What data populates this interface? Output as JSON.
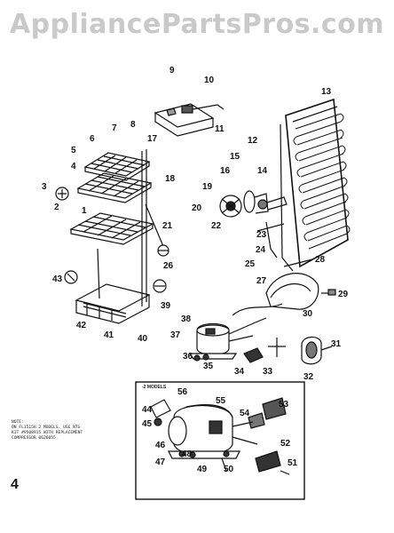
{
  "watermark": "AppliancePartsPros.com",
  "callouts": [
    {
      "id": "c1",
      "text": "1"
    },
    {
      "id": "c2",
      "text": "2"
    },
    {
      "id": "c3",
      "text": "3"
    },
    {
      "id": "c4",
      "text": "4"
    },
    {
      "id": "c5",
      "text": "5"
    },
    {
      "id": "c6",
      "text": "6"
    },
    {
      "id": "c7",
      "text": "7"
    },
    {
      "id": "c8",
      "text": "8"
    },
    {
      "id": "c9",
      "text": "9"
    },
    {
      "id": "c10",
      "text": "10"
    },
    {
      "id": "c11",
      "text": "11"
    },
    {
      "id": "c12",
      "text": "12"
    },
    {
      "id": "c13",
      "text": "13"
    },
    {
      "id": "c14",
      "text": "14"
    },
    {
      "id": "c15",
      "text": "15"
    },
    {
      "id": "c16",
      "text": "16"
    },
    {
      "id": "c17",
      "text": "17"
    },
    {
      "id": "c18",
      "text": "18"
    },
    {
      "id": "c19",
      "text": "19"
    },
    {
      "id": "c20",
      "text": "20"
    },
    {
      "id": "c21",
      "text": "21"
    },
    {
      "id": "c22",
      "text": "22"
    },
    {
      "id": "c23",
      "text": "23"
    },
    {
      "id": "c24",
      "text": "24"
    },
    {
      "id": "c25",
      "text": "25"
    },
    {
      "id": "c26",
      "text": "26"
    },
    {
      "id": "c27",
      "text": "27"
    },
    {
      "id": "c28",
      "text": "28"
    },
    {
      "id": "c29",
      "text": "29"
    },
    {
      "id": "c30",
      "text": "30"
    },
    {
      "id": "c31",
      "text": "31"
    },
    {
      "id": "c32",
      "text": "32"
    },
    {
      "id": "c33",
      "text": "33"
    },
    {
      "id": "c34",
      "text": "34"
    },
    {
      "id": "c35",
      "text": "35"
    },
    {
      "id": "c36",
      "text": "36"
    },
    {
      "id": "c37",
      "text": "37"
    },
    {
      "id": "c38",
      "text": "38"
    },
    {
      "id": "c39",
      "text": "39"
    },
    {
      "id": "c40",
      "text": "40"
    },
    {
      "id": "c41",
      "text": "41"
    },
    {
      "id": "c42",
      "text": "42"
    },
    {
      "id": "c43",
      "text": "43"
    },
    {
      "id": "c44",
      "text": "44"
    },
    {
      "id": "c45",
      "text": "45"
    },
    {
      "id": "c46",
      "text": "46"
    },
    {
      "id": "c47",
      "text": "47"
    },
    {
      "id": "c48",
      "text": "48"
    },
    {
      "id": "c49",
      "text": "49"
    },
    {
      "id": "c50",
      "text": "50"
    },
    {
      "id": "c51",
      "text": "51"
    },
    {
      "id": "c52",
      "text": "52"
    },
    {
      "id": "c53",
      "text": "53"
    },
    {
      "id": "c54",
      "text": "54"
    },
    {
      "id": "c55",
      "text": "55"
    },
    {
      "id": "c56",
      "text": "56"
    }
  ],
  "inset_title": "-2 MODELS",
  "note": {
    "heading": "NOTE:",
    "lines": [
      "ON FL1515H 2 MODELS, USE NTG",
      "KIT #9508915 WITH REPLACEMENT",
      "COMPRESSOR 0626055."
    ]
  },
  "page_number": "4"
}
